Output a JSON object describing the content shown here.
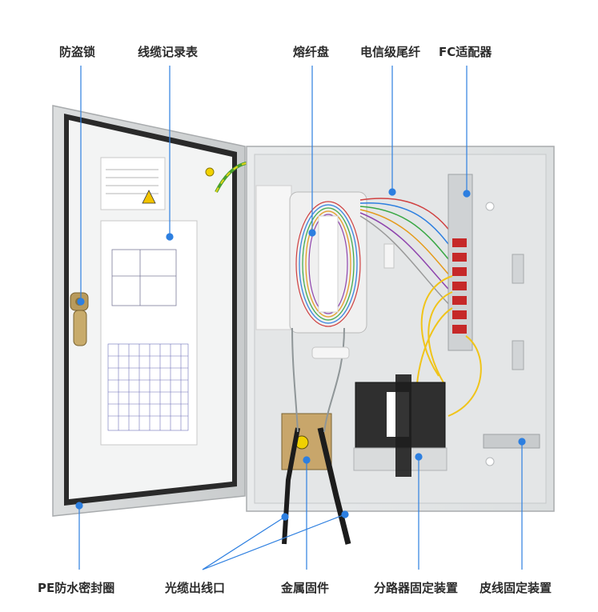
{
  "top_labels": {
    "anti_theft_lock": "防盗锁",
    "cable_record_sheet": "线缆记录表",
    "splice_tray": "熔纤盘",
    "telecom_pigtail": "电信级尾纤",
    "fc_adapter": "FC适配器"
  },
  "bottom_labels": {
    "pe_seal_ring": "PE防水密封圈",
    "cable_exit": "光缆出线口",
    "metal_fixture": "金属固件",
    "splitter_mount": "分路器固定装置",
    "drop_cable_mount": "皮线固定装置"
  },
  "accent_color": "#2d7fe0"
}
